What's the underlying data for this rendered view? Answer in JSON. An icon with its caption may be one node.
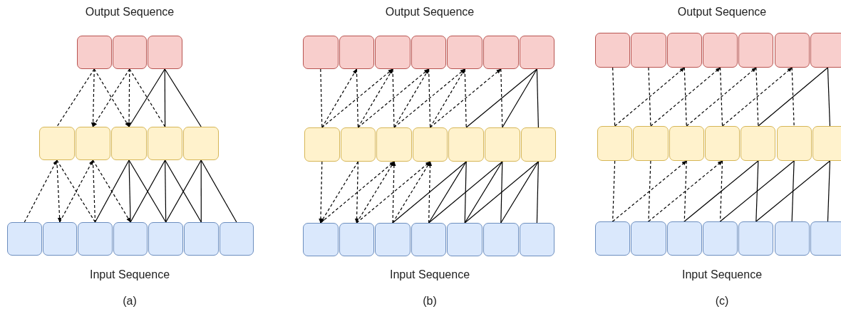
{
  "diagram": {
    "nodes": [
      {
        "text": [],
        "shape": "box"
      },
      {
        "text": [],
        "shape": "box"
      },
      {
        "text": [],
        "shape": "box"
      },
      {
        "text": [],
        "shape": "box"
      },
      {
        "text": [],
        "shape": "box"
      },
      {
        "text": [],
        "shape": "box"
      },
      {
        "text": [],
        "shape": "box"
      },
      {
        "text": [],
        "shape": "box"
      },
      {
        "text": [],
        "shape": "box"
      },
      {
        "text": [],
        "shape": "box"
      },
      {
        "text": [],
        "shape": "box"
      },
      {
        "text": [],
        "shape": "box"
      },
      {
        "text": [],
        "shape": "box"
      },
      {
        "text": [],
        "shape": "box"
      },
      {
        "text": [],
        "shape": "box"
      },
      {
        "text": [],
        "shape": "box"
      },
      {
        "text": [],
        "shape": "box"
      },
      {
        "text": [],
        "shape": "box"
      },
      {
        "text": [],
        "shape": "box"
      },
      {
        "text": [],
        "shape": "box"
      },
      {
        "text": [],
        "shape": "box"
      },
      {
        "text": [],
        "shape": "box"
      },
      {
        "text": [],
        "shape": "box"
      },
      {
        "text": [],
        "shape": "box"
      },
      {
        "text": [],
        "shape": "box"
      },
      {
        "text": [],
        "shape": "box"
      },
      {
        "text": [],
        "shape": "box"
      },
      {
        "text": [],
        "shape": "box"
      },
      {
        "text": [],
        "shape": "box"
      },
      {
        "text": [],
        "shape": "box"
      },
      {
        "text": [],
        "shape": "box"
      },
      {
        "text": [],
        "shape": "box"
      },
      {
        "text": [],
        "shape": "box"
      },
      {
        "text": [],
        "shape": "box"
      },
      {
        "text": [],
        "shape": "box"
      },
      {
        "text": [],
        "shape": "box"
      },
      {
        "text": [],
        "shape": "box"
      },
      {
        "text": [],
        "shape": "box"
      },
      {
        "text": [],
        "shape": "box"
      },
      {
        "text": [],
        "shape": "box"
      },
      {
        "text": [],
        "shape": "box"
      },
      {
        "text": [],
        "shape": "box"
      },
      {
        "text": [],
        "shape": "box"
      },
      {
        "text": [],
        "shape": "box"
      },
      {
        "text": [],
        "shape": "box"
      },
      {
        "text": [],
        "shape": "box"
      },
      {
        "text": [],
        "shape": "box"
      },
      {
        "text": [],
        "shape": "box"
      },
      {
        "text": [],
        "shape": "box"
      },
      {
        "text": [],
        "shape": "box"
      },
      {
        "text": [],
        "shape": "box"
      },
      {
        "text": [],
        "shape": "box"
      },
      {
        "text": [],
        "shape": "box"
      },
      {
        "text": [],
        "shape": "box"
      },
      {
        "text": [],
        "shape": "box"
      },
      {
        "text": [],
        "shape": "box"
      },
      {
        "text": [],
        "shape": "box"
      }
    ],
    "edges": [
      {
        "from": 0,
        "to": 3,
        "arrow": "none",
        "style": "dashed"
      },
      {
        "from": 0,
        "to": 4,
        "arrow": "to",
        "style": "dashed"
      },
      {
        "from": 0,
        "to": 5,
        "arrow": "to",
        "style": "dashed"
      },
      {
        "from": 1,
        "to": 4,
        "arrow": "to",
        "style": "dashed"
      },
      {
        "from": 1,
        "to": 5,
        "arrow": "to",
        "style": "dashed"
      },
      {
        "from": 1,
        "to": 6,
        "arrow": "none",
        "style": "dashed"
      },
      {
        "from": 2,
        "to": 5,
        "arrow": "none"
      },
      {
        "from": 2,
        "to": 6,
        "arrow": "none"
      },
      {
        "from": 2,
        "to": 7,
        "arrow": "none"
      },
      {
        "from": 8,
        "to": 3,
        "arrow": "to",
        "style": "dashed"
      },
      {
        "from": 3,
        "to": 9,
        "arrow": "to",
        "style": "dashed"
      },
      {
        "from": 3,
        "to": 10,
        "arrow": "none",
        "style": "dashed"
      },
      {
        "from": 9,
        "to": 4,
        "arrow": "to",
        "style": "dashed"
      },
      {
        "from": 4,
        "to": 10,
        "arrow": "none",
        "style": "dashed"
      },
      {
        "from": 4,
        "to": 11,
        "arrow": "to",
        "style": "dashed"
      },
      {
        "from": 5,
        "to": 10,
        "arrow": "none"
      },
      {
        "from": 5,
        "to": 11,
        "arrow": "none"
      },
      {
        "from": 5,
        "to": 12,
        "arrow": "none"
      },
      {
        "from": 6,
        "to": 11,
        "arrow": "none"
      },
      {
        "from": 6,
        "to": 12,
        "arrow": "none"
      },
      {
        "from": 6,
        "to": 13,
        "arrow": "none"
      },
      {
        "from": 7,
        "to": 12,
        "arrow": "none"
      },
      {
        "from": 7,
        "to": 13,
        "arrow": "none"
      },
      {
        "from": 7,
        "to": 14,
        "arrow": "none"
      },
      {
        "from": 15,
        "to": 22,
        "arrow": "none",
        "style": "dashed"
      },
      {
        "from": 16,
        "to": 23,
        "arrow": "none",
        "style": "dashed"
      },
      {
        "from": 17,
        "to": 24,
        "arrow": "none",
        "style": "dashed"
      },
      {
        "from": 18,
        "to": 25,
        "arrow": "none",
        "style": "dashed"
      },
      {
        "from": 19,
        "to": 26,
        "arrow": "none",
        "style": "dashed"
      },
      {
        "from": 20,
        "to": 27,
        "arrow": "none",
        "style": "dashed"
      },
      {
        "from": 21,
        "to": 28,
        "arrow": "none"
      },
      {
        "from": 22,
        "to": 16,
        "arrow": "to",
        "style": "dashed"
      },
      {
        "from": 22,
        "to": 17,
        "arrow": "to",
        "style": "dashed"
      },
      {
        "from": 23,
        "to": 17,
        "arrow": "to",
        "style": "dashed"
      },
      {
        "from": 23,
        "to": 18,
        "arrow": "to",
        "style": "dashed"
      },
      {
        "from": 24,
        "to": 18,
        "arrow": "to",
        "style": "dashed"
      },
      {
        "from": 24,
        "to": 19,
        "arrow": "to",
        "style": "dashed"
      },
      {
        "from": 25,
        "to": 19,
        "arrow": "to",
        "style": "dashed"
      },
      {
        "from": 25,
        "to": 20,
        "arrow": "to",
        "style": "dashed"
      },
      {
        "from": 26,
        "to": 21,
        "arrow": "none"
      },
      {
        "from": 27,
        "to": 21,
        "arrow": "none"
      },
      {
        "from": 22,
        "to": 29,
        "arrow": "to",
        "style": "dashed"
      },
      {
        "from": 23,
        "to": 30,
        "arrow": "to",
        "style": "dashed"
      },
      {
        "from": 23,
        "to": 29,
        "arrow": "to",
        "style": "dashed"
      },
      {
        "from": 29,
        "to": 24,
        "arrow": "to",
        "style": "dashed"
      },
      {
        "from": 30,
        "to": 24,
        "arrow": "to",
        "style": "dashed"
      },
      {
        "from": 31,
        "to": 24,
        "arrow": "to",
        "style": "dashed"
      },
      {
        "from": 30,
        "to": 25,
        "arrow": "to",
        "style": "dashed"
      },
      {
        "from": 31,
        "to": 25,
        "arrow": "to",
        "style": "dashed"
      },
      {
        "from": 32,
        "to": 25,
        "arrow": "to",
        "style": "dashed"
      },
      {
        "from": 26,
        "to": 31,
        "arrow": "none"
      },
      {
        "from": 26,
        "to": 32,
        "arrow": "none"
      },
      {
        "from": 26,
        "to": 33,
        "arrow": "none"
      },
      {
        "from": 27,
        "to": 32,
        "arrow": "none"
      },
      {
        "from": 27,
        "to": 33,
        "arrow": "none"
      },
      {
        "from": 27,
        "to": 34,
        "arrow": "none"
      },
      {
        "from": 28,
        "to": 33,
        "arrow": "none"
      },
      {
        "from": 28,
        "to": 34,
        "arrow": "none"
      },
      {
        "from": 28,
        "to": 35,
        "arrow": "none"
      },
      {
        "from": 36,
        "to": 43,
        "arrow": "none",
        "style": "dashed"
      },
      {
        "from": 37,
        "to": 44,
        "arrow": "none",
        "style": "dashed"
      },
      {
        "from": 38,
        "to": 45,
        "arrow": "none",
        "style": "dashed"
      },
      {
        "from": 39,
        "to": 46,
        "arrow": "none",
        "style": "dashed"
      },
      {
        "from": 40,
        "to": 47,
        "arrow": "none",
        "style": "dashed"
      },
      {
        "from": 41,
        "to": 48,
        "arrow": "none",
        "style": "dashed"
      },
      {
        "from": 42,
        "to": 49,
        "arrow": "none"
      },
      {
        "from": 43,
        "to": 38,
        "arrow": "to",
        "style": "dashed"
      },
      {
        "from": 44,
        "to": 39,
        "arrow": "to",
        "style": "dashed"
      },
      {
        "from": 45,
        "to": 40,
        "arrow": "to",
        "style": "dashed"
      },
      {
        "from": 46,
        "to": 41,
        "arrow": "to",
        "style": "dashed"
      },
      {
        "from": 47,
        "to": 42,
        "arrow": "none"
      },
      {
        "from": 43,
        "to": 50,
        "arrow": "none",
        "style": "dashed"
      },
      {
        "from": 44,
        "to": 51,
        "arrow": "none",
        "style": "dashed"
      },
      {
        "from": 45,
        "to": 52,
        "arrow": "none",
        "style": "dashed"
      },
      {
        "from": 46,
        "to": 53,
        "arrow": "none",
        "style": "dashed"
      },
      {
        "from": 47,
        "to": 54,
        "arrow": "none"
      },
      {
        "from": 48,
        "to": 55,
        "arrow": "none"
      },
      {
        "from": 49,
        "to": 56,
        "arrow": "none"
      },
      {
        "from": 50,
        "to": 45,
        "arrow": "to",
        "style": "dashed"
      },
      {
        "from": 51,
        "to": 46,
        "arrow": "to",
        "style": "dashed"
      },
      {
        "from": 52,
        "to": 47,
        "arrow": "none"
      },
      {
        "from": 53,
        "to": 48,
        "arrow": "none"
      },
      {
        "from": 54,
        "to": 49,
        "arrow": "none"
      }
    ],
    "labels": [
      "Output Sequence",
      "Output Sequence",
      "Output Sequence",
      "Input Sequence",
      "Input Sequence",
      "Input Sequence",
      "(a)",
      "(b)",
      "(c)"
    ]
  }
}
